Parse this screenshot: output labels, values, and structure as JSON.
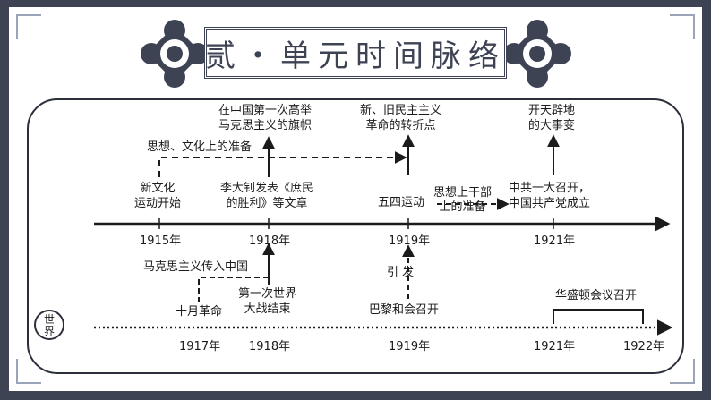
{
  "title": "贰・单元时间脉络",
  "world_label_1": "世",
  "world_label_2": "界",
  "china": {
    "labels": {
      "new_culture_1": "新文化",
      "new_culture_2": "运动开始",
      "li_1": "李大钊发表《庶民",
      "li_2": "的胜利》等文章",
      "may4": "五四运动",
      "cpc_1": "中共一大召开，",
      "cpc_2": "中国共产党成立",
      "flag_1": "在中国第一次高举",
      "flag_2": "马克思主义的旗帜",
      "turning_1": "新、旧民主主义",
      "turning_2": "革命的转折点",
      "epoch_1": "开天辟地",
      "epoch_2": "的大事变",
      "prep_thought": "思想、文化上的准备",
      "prep_cadre_1": "思想上干部",
      "prep_cadre_2": "上的准备"
    },
    "years": [
      "1915年",
      "1918年",
      "1919年",
      "1921年"
    ]
  },
  "world": {
    "labels": {
      "marxism": "马克思主义传入中国",
      "october": "十月革命",
      "ww1_1": "第一次世界",
      "ww1_2": "大战结束",
      "paris": "巴黎和会召开",
      "trigger": "引  发",
      "washington": "华盛顿会议召开"
    },
    "years": [
      "1917年",
      "1918年",
      "1919年",
      "1921年",
      "1922年"
    ]
  }
}
